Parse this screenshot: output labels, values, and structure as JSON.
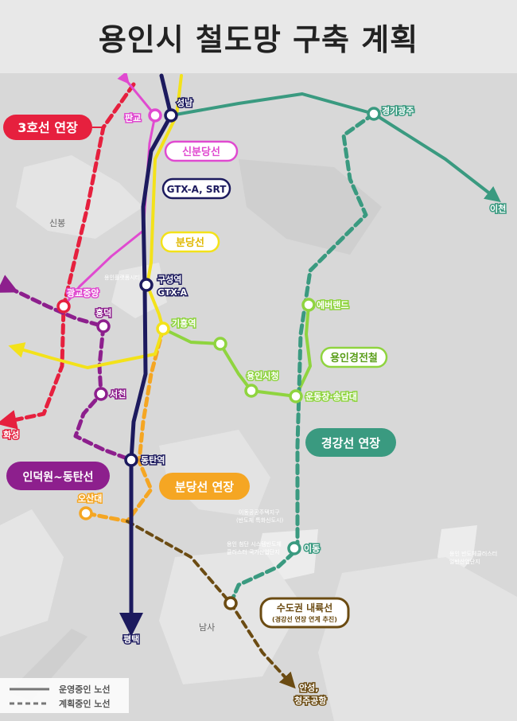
{
  "title": "용인시 철도망 구축 계획",
  "colors": {
    "gtx_srt": "#1c1a5e",
    "bundang": "#f3e21a",
    "bundang_ext": "#f5a623",
    "sinbundang": "#e04ad0",
    "line3": "#e6203e",
    "indeokwon": "#8d1f8d",
    "everline": "#8fd43f",
    "gyeonggang": "#3a9a80",
    "naeryuk": "#6b4b12"
  },
  "lines": {
    "line3_ext": "3호선 연장",
    "sinbundang": "신분당선",
    "gtx_srt": "GTX-A, SRT",
    "bundang": "분당선",
    "everline": "용인경전철",
    "gyeonggang_ext": "경강선 연장",
    "indeokwon": "인덕원~동탄선",
    "bundang_ext": "분당선 연장",
    "naeryuk": "수도권 내륙선",
    "naeryuk_sub": "(경강선 연장 연계 추진)"
  },
  "stations": {
    "seongnam": "성남",
    "pangyo": "판교",
    "gyeonggi_gwangju": "경기광주",
    "icheon": "이천",
    "gwanggyo_jungang": "광교중앙",
    "heungdeok": "흥덕",
    "guseong": "구성역",
    "guseong_sub": "GTX-A",
    "giheung": "기흥역",
    "everland": "에버랜드",
    "yongin_cityhall": "용인시청",
    "undongjang": "운동장·송담대",
    "seocheon": "서천",
    "dongtan": "동탄역",
    "osan": "오산대",
    "idong": "이동",
    "hwaseong": "화성",
    "pyeongtaek": "평택",
    "anseong": "안성,",
    "cheongju": "청주공항"
  },
  "places": {
    "sinbong": "신봉",
    "namsa": "남사",
    "platform_city": "용인플랫폼시티",
    "idong_housing_1": "이동공공주택지구",
    "idong_housing_2": "(반도체 특화신도시)",
    "semicon_national_1": "용인 첨단 시스템반도체",
    "semicon_national_2": "클러스터 국가산업단지",
    "semicon_general_1": "용인 반도체클러스터",
    "semicon_general_2": "일반산업단지"
  },
  "legend": {
    "operating": "운영중인 노선",
    "planned": "계획중인 노선"
  }
}
